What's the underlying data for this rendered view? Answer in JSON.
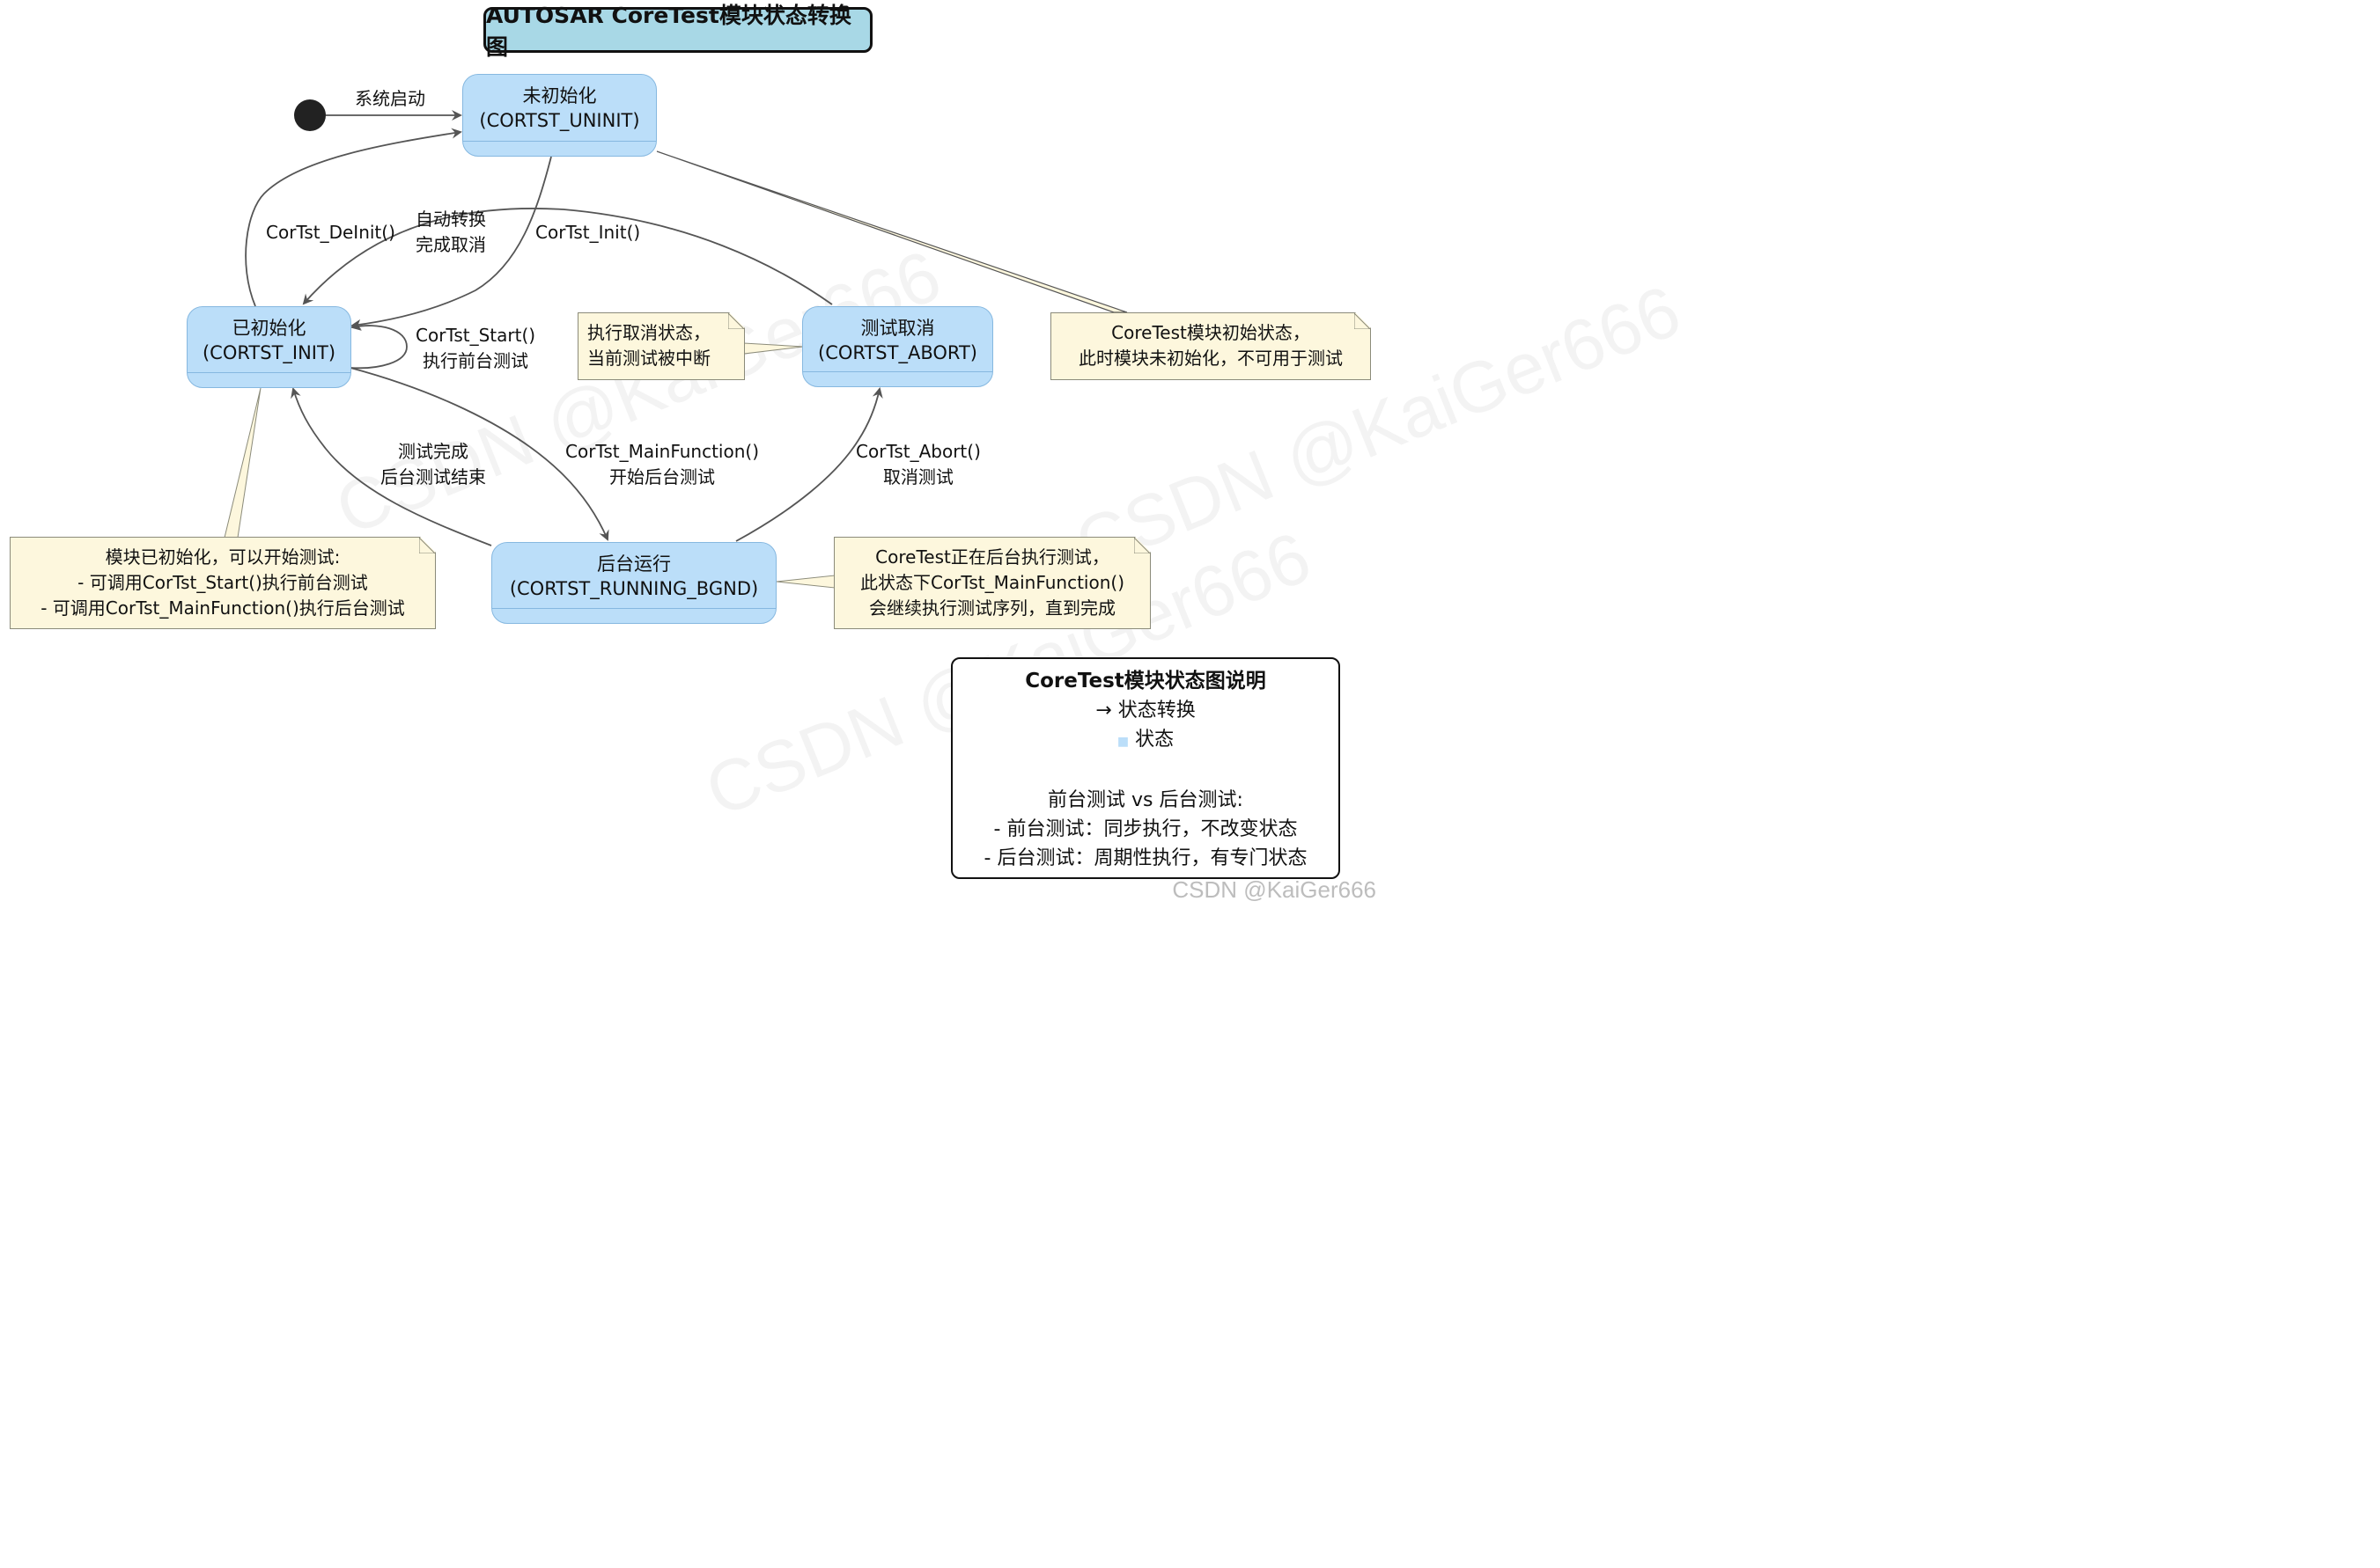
{
  "title": "AUTOSAR CoreTest模块状态转换图",
  "states": {
    "uninit": {
      "name": "未初始化",
      "id": "(CORTST_UNINIT)"
    },
    "init": {
      "name": "已初始化",
      "id": "(CORTST_INIT)"
    },
    "abort": {
      "name": "测试取消",
      "id": "(CORTST_ABORT)"
    },
    "running": {
      "name": "后台运行",
      "id": "(CORTST_RUNNING_BGND)"
    }
  },
  "transitions": {
    "start": "系统启动",
    "deinit": "CorTst_DeInit()",
    "auto_1": "自动转换",
    "auto_2": "完成取消",
    "init_call": "CorTst_Init()",
    "fg_1": "CorTst_Start()",
    "fg_2": "执行前台测试",
    "done_1": "测试完成",
    "done_2": "后台测试结束",
    "main_1": "CorTst_MainFunction()",
    "main_2": "开始后台测试",
    "abort_1": "CorTst_Abort()",
    "abort_2": "取消测试"
  },
  "notes": {
    "abort_note": [
      "执行取消状态，",
      "当前测试被中断"
    ],
    "uninit_note": [
      "CoreTest模块初始状态，",
      "此时模块未初始化，不可用于测试"
    ],
    "init_note": [
      "模块已初始化，可以开始测试:",
      "- 可调用CorTst_Start()执行前台测试",
      "- 可调用CorTst_MainFunction()执行后台测试"
    ],
    "running_note": [
      "CoreTest正在后台执行测试，",
      "此状态下CorTst_MainFunction()",
      "会继续执行测试序列，直到完成"
    ]
  },
  "legend": {
    "title": "CoreTest模块状态图说明",
    "arrow_row": "→ 状态转换",
    "state_row": "状态",
    "compare_title": "前台测试 vs 后台测试:",
    "fg_desc": "- 前台测试：同步执行，不改变状态",
    "bg_desc": "- 后台测试：周期性执行，有专门状态"
  },
  "watermark": "CSDN @KaiGer666",
  "colors": {
    "state_fill": "#bbdef9",
    "note_fill": "#fdf7dd",
    "title_fill": "#a8d8e6",
    "edge": "#555555"
  }
}
